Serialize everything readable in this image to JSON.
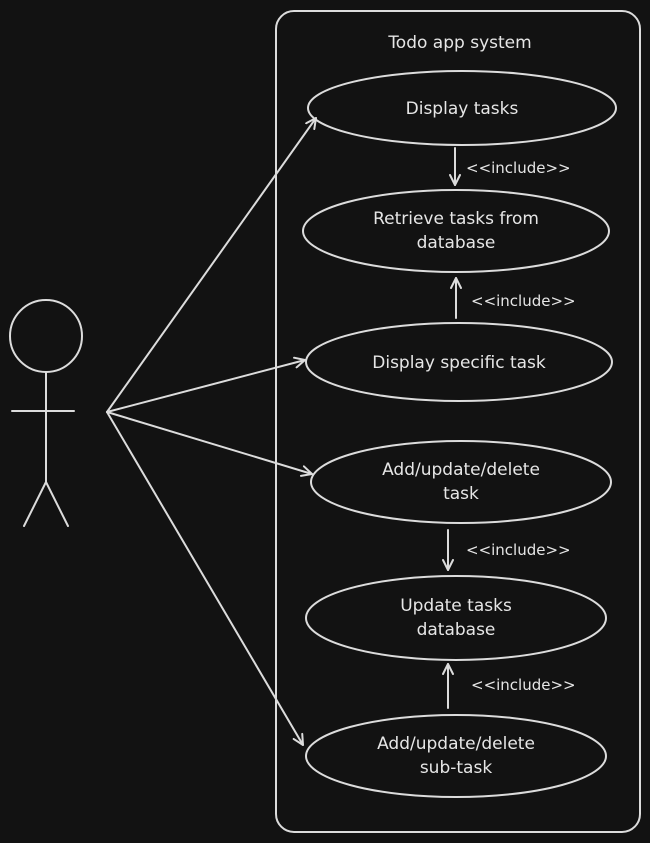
{
  "system": {
    "title": "Todo app system"
  },
  "use_cases": [
    {
      "line1": "Display tasks",
      "line2": ""
    },
    {
      "line1": "Retrieve tasks from",
      "line2": "database"
    },
    {
      "line1": "Display specific task",
      "line2": ""
    },
    {
      "line1": "Add/update/delete",
      "line2": "task"
    },
    {
      "line1": "Update tasks",
      "line2": "database"
    },
    {
      "line1": "Add/update/delete",
      "line2": "sub-task"
    }
  ],
  "include_label": "<<include>>",
  "colors": {
    "background": "#121212",
    "stroke": "#dcdcdc",
    "text": "#e6e6e6"
  }
}
